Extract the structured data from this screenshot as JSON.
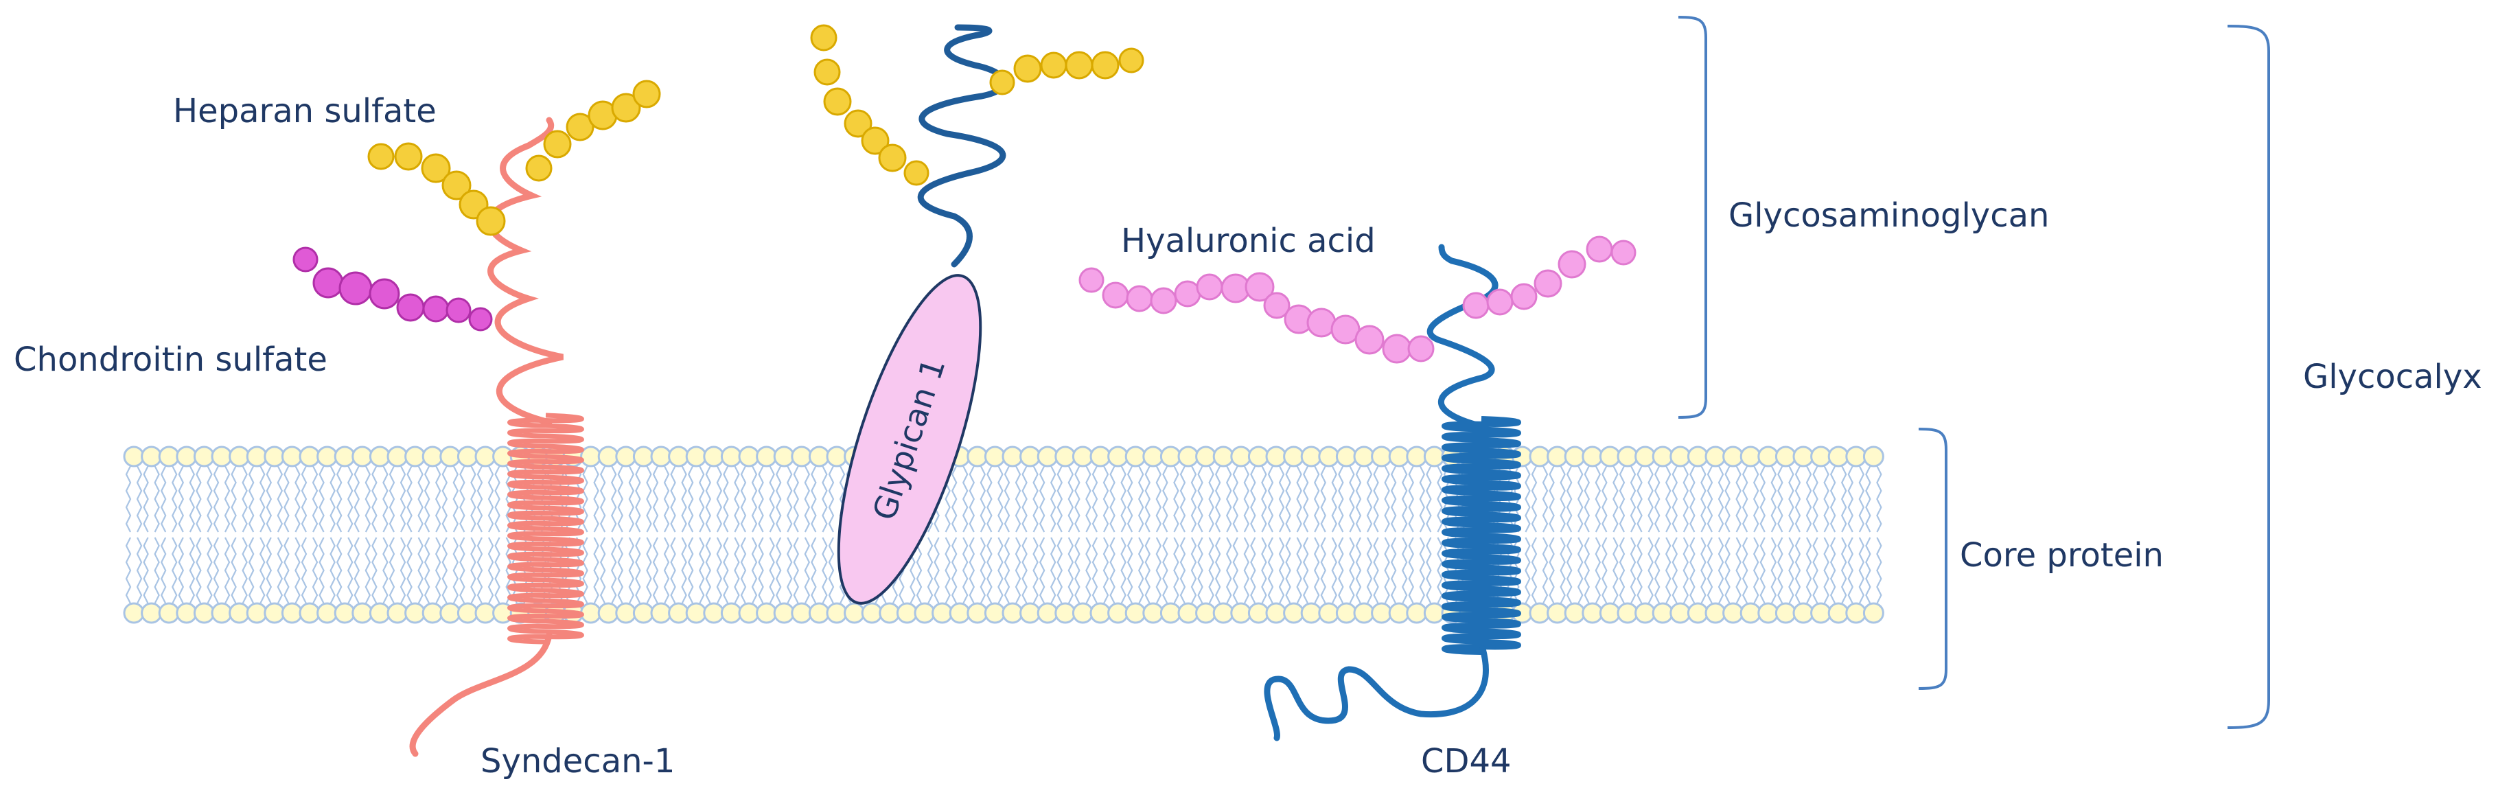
{
  "labels": {
    "heparan_sulfate": "Heparan sulfate",
    "chondroitin_sulfate": "Chondroitin sulfate",
    "hyaluronic_acid": "Hyaluronic acid",
    "glypican": "Glypican 1",
    "syndecan": "Syndecan-1",
    "cd44": "CD44",
    "glycosaminoglycan": "Glycosaminoglycan",
    "core_protein": "Core protein",
    "glycocalyx": "Glycocalyx"
  },
  "colors": {
    "label_text": "#1f3864",
    "lipid_head": "#fffacd",
    "lipid_outline": "#a9c4e4",
    "lipid_tail": "#a9c4e4",
    "syndecan": "#f4857c",
    "glypican_chain": "#1f5c99",
    "glypican_body": "#f8c8f0",
    "cd44": "#1f6fb5",
    "heparan_sulfate": "#f5cf3b",
    "chondroitin_sulfate": "#e05ad6",
    "hyaluronic_acid": "#f5a3e8",
    "bracket": "#4a7fc1"
  }
}
